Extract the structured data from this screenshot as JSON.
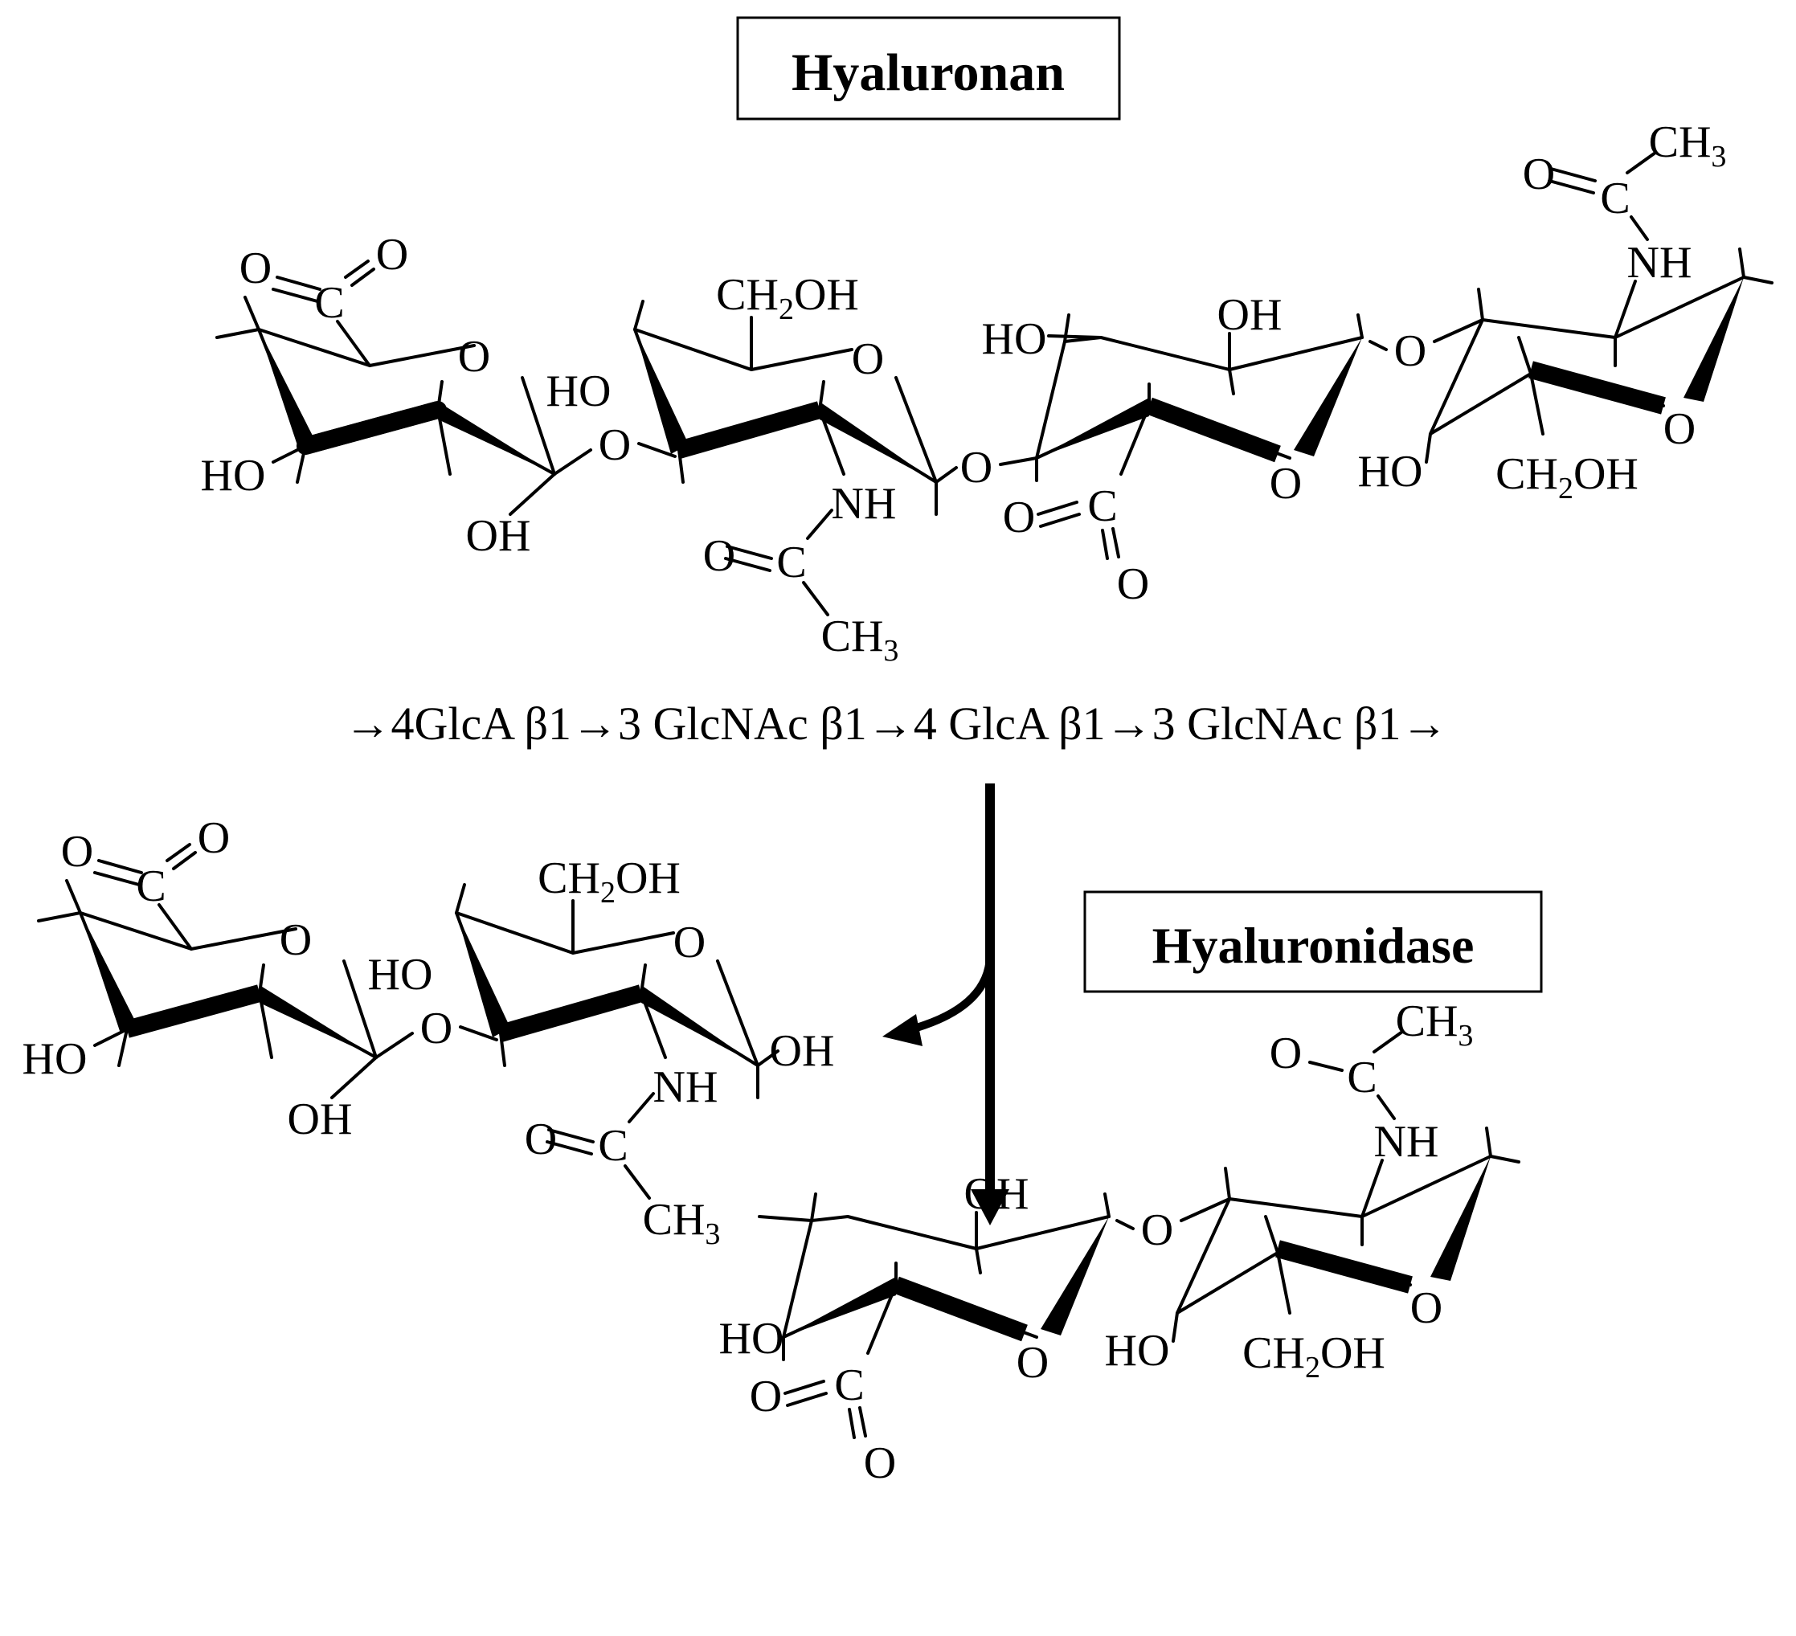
{
  "title_box": "Hyaluronan",
  "enzyme_box": "Hyaluronidase",
  "linkage_text": "→4GlcA β1→3 GlcNAc β1→4 GlcA β1→3 GlcNAc β1→",
  "atoms": {
    "O": "O",
    "C": "C",
    "HO": "HO",
    "OH": "OH",
    "NH": "NH",
    "CH2OH": "CH2OH",
    "CH3": "CH3"
  },
  "colors": {
    "ink": "#000000",
    "background": "#ffffff"
  }
}
